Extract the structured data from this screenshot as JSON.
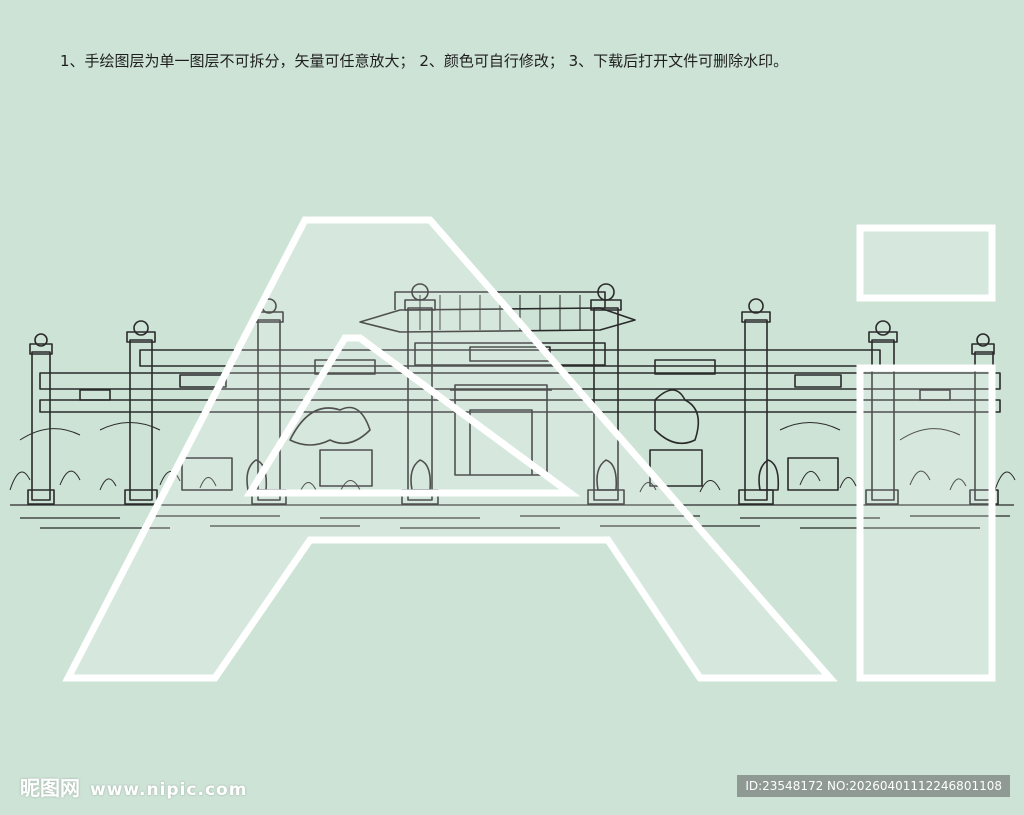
{
  "instructions": {
    "text": "1、手绘图层为单一图层不可拆分，矢量可任意放大； 2、颜色可自行修改； 3、下载后打开文件可删除水印。"
  },
  "illustration": {
    "description_icon": "stone-archway-line-drawing-icon",
    "colors": {
      "background": "#cde3d6",
      "stroke": "#2a2a2a",
      "letter_outline": "#ffffff"
    }
  },
  "overlay_letters": {
    "left": "A",
    "right": "i"
  },
  "watermark": {
    "logo": "昵图网",
    "url": "www.nipic.com",
    "id_text": "ID:23548172 NO:20260401112246801108"
  }
}
